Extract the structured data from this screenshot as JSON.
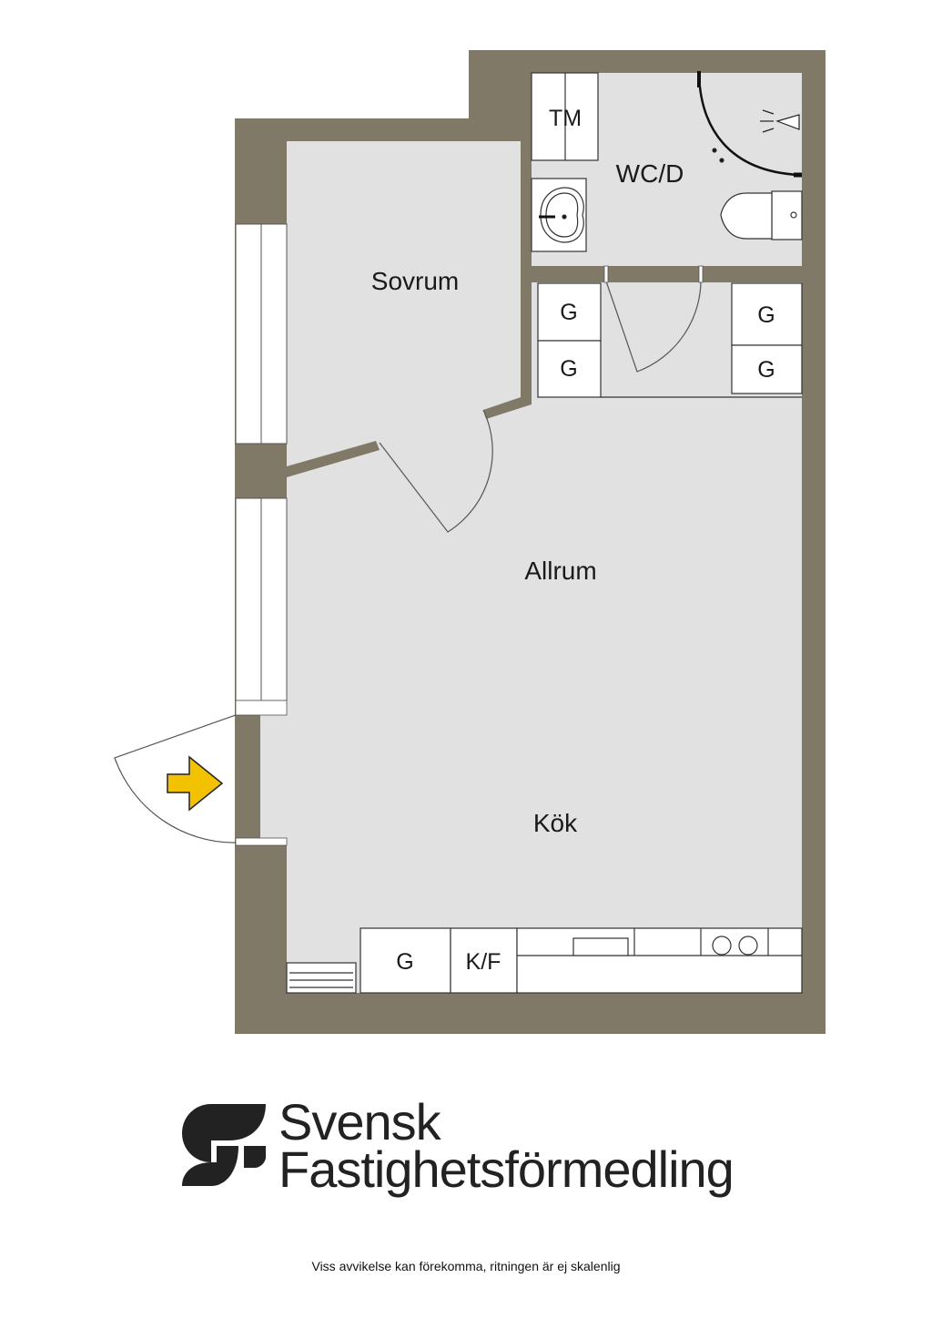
{
  "plan": {
    "rooms": {
      "sovrum": "Sovrum",
      "wc": "WC/D",
      "allrum": "Allrum",
      "kok": "Kök"
    },
    "fixtures": {
      "tm": "TM",
      "closet_1": "G",
      "closet_2": "G",
      "closet_3": "G",
      "closet_4": "G",
      "kitchen_closet": "G",
      "fridge_freezer": "K/F"
    },
    "entrance_arrow_icon": "arrow-right-icon",
    "colors": {
      "wall": "#807968",
      "floor": "#e1e1e1",
      "arrow": "#f2c200"
    }
  },
  "brand": {
    "line1": "Svensk",
    "line2": "Fastighetsförmedling"
  },
  "disclaimer": "Viss avvikelse kan förekomma, ritningen är ej skalenlig"
}
